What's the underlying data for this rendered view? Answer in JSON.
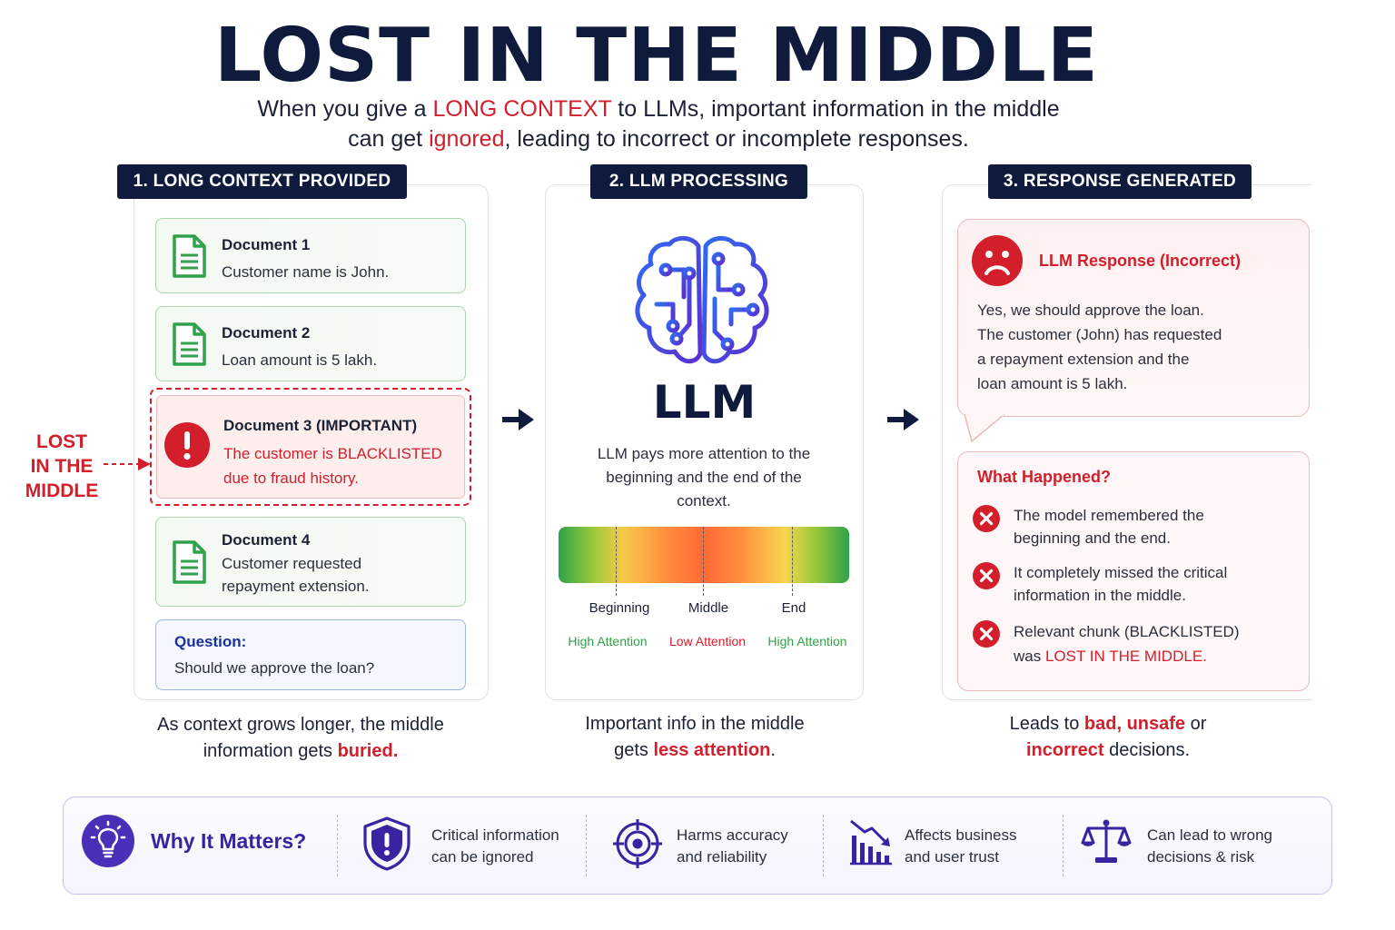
{
  "header": {
    "title": "LOST IN THE MIDDLE",
    "subtitle_l1_a": "When you give a ",
    "subtitle_l1_hl": "LONG CONTEXT",
    "subtitle_l1_b": " to LLMs, important information in the middle",
    "subtitle_l2_a": "can get ",
    "subtitle_l2_hl": "ignored",
    "subtitle_l2_b": ", leading to incorrect or incomplete responses."
  },
  "sections": {
    "s1": "1. LONG CONTEXT PROVIDED",
    "s2": "2. LLM PROCESSING",
    "s3": "3. RESPONSE GENERATED"
  },
  "docs": [
    {
      "title": "Document 1",
      "text": "Customer name is John."
    },
    {
      "title": "Document 2",
      "text": "Loan amount is 5 lakh."
    },
    {
      "title": "Document 3 (IMPORTANT)",
      "text": "The customer is BLACKLISTED due to fraud history."
    },
    {
      "title": "Document 4",
      "text": "Customer requested repayment extension."
    }
  ],
  "question": {
    "label": "Question:",
    "text": "Should we approve the loan?"
  },
  "lost_label": {
    "l1": "LOST",
    "l2": "IN THE",
    "l3": "MIDDLE"
  },
  "caption1": {
    "a": "As context grows longer, the middle",
    "b": "information gets ",
    "hl": "buried."
  },
  "llm": {
    "name": "LLM",
    "desc_l1": "LLM pays more attention to the",
    "desc_l2": "beginning and the end of the",
    "desc_l3": "context.",
    "positions": [
      "Beginning",
      "Middle",
      "End"
    ],
    "levels": [
      "High Attention",
      "Low Attention",
      "High Attention"
    ],
    "attention_profile": {
      "beginning": "high",
      "middle": "low",
      "end": "high"
    }
  },
  "caption2": {
    "a": "Important info in the middle",
    "b": "gets ",
    "hl": "less attention",
    "c": "."
  },
  "response": {
    "title": "LLM Response (Incorrect)",
    "l1": "Yes, we should approve the loan.",
    "l2": "The customer (John) has requested",
    "l3": "a repayment extension and the",
    "l4": "loan amount is 5 lakh."
  },
  "what_happened": {
    "title": "What Happened?",
    "items": [
      {
        "a": "The model remembered the",
        "b": "beginning and the end."
      },
      {
        "a": "It completely missed the critical",
        "b": "information in the middle."
      },
      {
        "a": "Relevant chunk (BLACKLISTED)",
        "b": "was ",
        "hl": "LOST IN THE MIDDLE."
      }
    ]
  },
  "caption3": {
    "a": "Leads to ",
    "hl1": "bad, unsafe",
    "b": " or",
    "hl2": "incorrect",
    "c": " decisions."
  },
  "footer": {
    "title": "Why It Matters?",
    "items": [
      {
        "a": "Critical information",
        "b": "can be ignored"
      },
      {
        "a": "Harms accuracy",
        "b": "and reliability"
      },
      {
        "a": "Affects business",
        "b": "and user trust"
      },
      {
        "a": "Can lead to wrong",
        "b": "decisions & risk"
      }
    ]
  },
  "colors": {
    "navy": "#0f1b3d",
    "accent_red": "#d21f2b",
    "green": "#2fa24a",
    "purple": "#4a2fb8"
  }
}
